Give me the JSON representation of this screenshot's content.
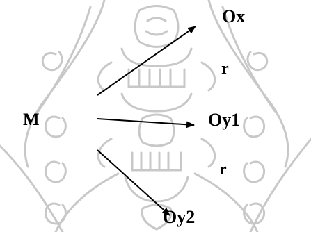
{
  "diagram": {
    "source_node": "M",
    "targets": {
      "ox": "Ox",
      "oy1": "Oy1",
      "oy2": "Oy2"
    },
    "separators": {
      "upper": "r",
      "lower": "r"
    }
  },
  "colors": {
    "ink": "#000000",
    "watermark": "#c8c8c8",
    "background": "#ffffff"
  },
  "watermark": {
    "icon": "ornamental-seal-watermark"
  }
}
